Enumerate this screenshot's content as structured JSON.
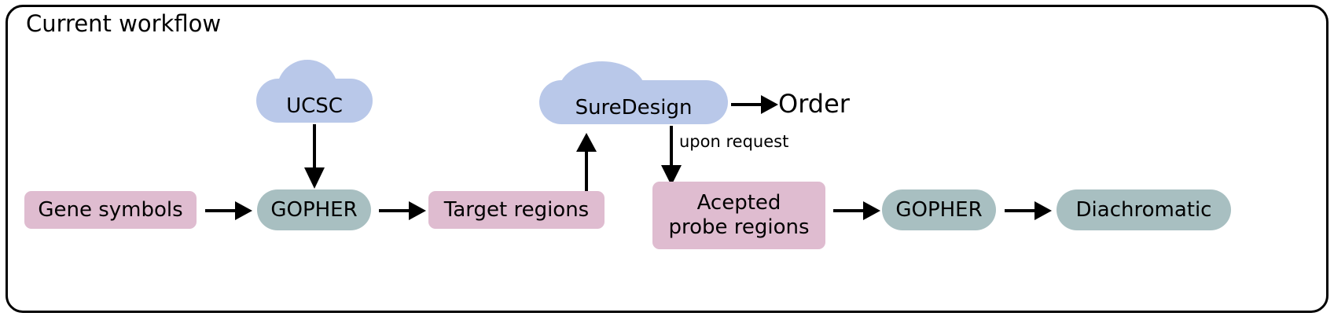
{
  "panel": {
    "title": "Current workflow"
  },
  "nodes": {
    "gene_symbols": {
      "label": "Gene symbols",
      "shape": "box",
      "color": "#dfbcd0"
    },
    "gopher_1": {
      "label": "GOPHER",
      "shape": "pill",
      "color": "#a8bfc1"
    },
    "target_regions": {
      "label": "Target regions",
      "shape": "box",
      "color": "#dfbcd0"
    },
    "ucsc": {
      "label": "UCSC",
      "shape": "cloud",
      "color": "#b9c8e9"
    },
    "suredesign": {
      "label": "SureDesign",
      "shape": "cloud",
      "color": "#b9c8e9"
    },
    "order": {
      "label": "Order",
      "shape": "text",
      "color": "#000000"
    },
    "accepted_probe_regions": {
      "label_line1": "Acepted",
      "label_line2": "probe regions",
      "shape": "box",
      "color": "#dfbcd0"
    },
    "gopher_2": {
      "label": "GOPHER",
      "shape": "pill",
      "color": "#a8bfc1"
    },
    "diachromatic": {
      "label": "Diachromatic",
      "shape": "pill",
      "color": "#a8bfc1"
    }
  },
  "edges": {
    "gene_to_gopher1": {
      "from": "gene_symbols",
      "to": "gopher_1",
      "direction": "right",
      "label": ""
    },
    "ucsc_to_gopher1": {
      "from": "ucsc",
      "to": "gopher_1",
      "direction": "down",
      "label": ""
    },
    "gopher1_to_target": {
      "from": "gopher_1",
      "to": "target_regions",
      "direction": "right",
      "label": ""
    },
    "target_to_suredesign": {
      "from": "target_regions",
      "to": "suredesign",
      "direction": "up",
      "label": ""
    },
    "suredesign_to_order": {
      "from": "suredesign",
      "to": "order",
      "direction": "right",
      "label": ""
    },
    "suredesign_to_accepted": {
      "from": "suredesign",
      "to": "accepted_probe_regions",
      "direction": "down",
      "label": "upon request"
    },
    "accepted_to_gopher2": {
      "from": "accepted_probe_regions",
      "to": "gopher_2",
      "direction": "right",
      "label": ""
    },
    "gopher2_to_diachromatic": {
      "from": "gopher_2",
      "to": "diachromatic",
      "direction": "right",
      "label": ""
    }
  },
  "colors": {
    "pink": "#dfbcd0",
    "teal": "#a8bfc1",
    "cloud_blue": "#b9c8e9",
    "stroke": "#000000",
    "background": "#ffffff"
  }
}
